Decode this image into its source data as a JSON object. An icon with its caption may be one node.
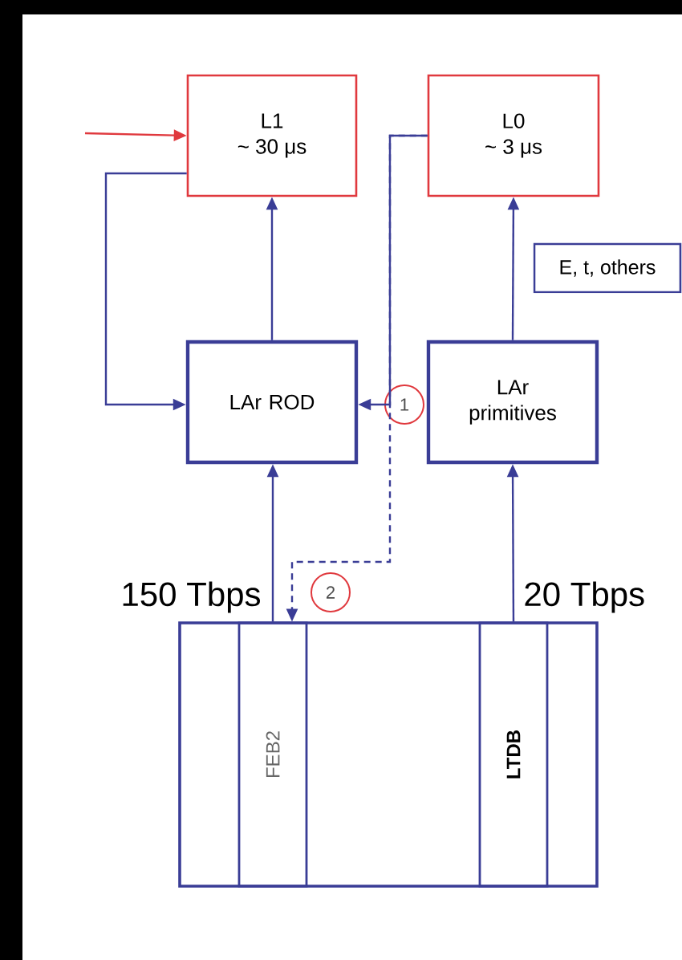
{
  "diagram": {
    "nodes": [
      {
        "text": [
          "L1",
          "~ 30 μs"
        ]
      },
      {
        "text": [
          "L0",
          "~ 3 μs"
        ]
      },
      {
        "text": [
          "E, t, others"
        ]
      },
      {
        "text": [
          "LAr ROD"
        ]
      },
      {
        "text": [
          "1"
        ]
      },
      {
        "text": [
          "LAr primitives"
        ]
      },
      {
        "text": [
          "2"
        ]
      },
      {
        "text": [],
        "shape": "box"
      },
      {
        "text": [
          "FEB2"
        ],
        "in": 7
      },
      {
        "text": [
          "LTDB"
        ],
        "in": 7
      }
    ],
    "edges": [
      {
        "from": null,
        "to": 0,
        "arrow": "to",
        "color": "#e0393e"
      },
      {
        "from": 0,
        "to": 3,
        "arrow": "to"
      },
      {
        "from": 3,
        "to": 0,
        "arrow": "to"
      },
      {
        "from": 1,
        "to": 3,
        "arrow": "to"
      },
      {
        "from": 1,
        "to": 8,
        "arrow": "to",
        "style": "dashed"
      },
      {
        "from": 8,
        "to": 3,
        "arrow": "to"
      },
      {
        "from": 9,
        "to": 5,
        "arrow": "to"
      },
      {
        "from": 5,
        "to": 1,
        "arrow": "to"
      }
    ],
    "labels": [
      "150 Tbps",
      "20 Tbps"
    ]
  }
}
